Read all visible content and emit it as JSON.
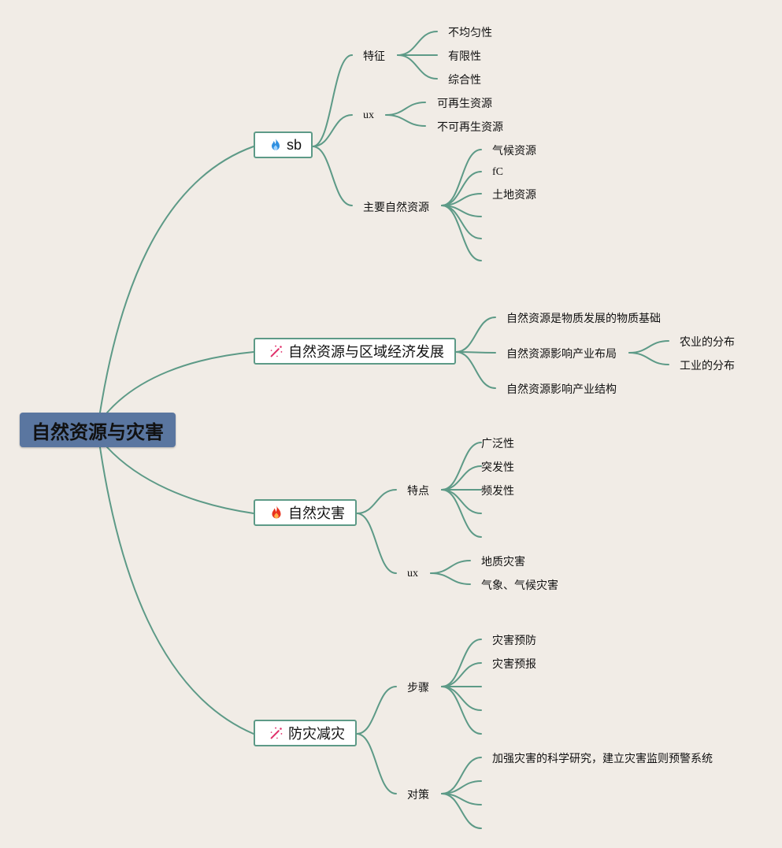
{
  "root": {
    "label": "自然资源与灾害"
  },
  "branches": {
    "b1": {
      "label": "sb",
      "icon": "fire-icon-blue",
      "children": {
        "c1": {
          "label": "特征",
          "items": [
            "不均匀性",
            "有限性",
            "综合性"
          ]
        },
        "c2": {
          "label": "ux",
          "items": [
            "可再生资源",
            "不可再生资源"
          ]
        },
        "c3": {
          "label": "主要自然资源",
          "items": [
            "气候资源",
            "fC",
            "土地资源"
          ]
        }
      }
    },
    "b2": {
      "label": "自然资源与区域经济发展",
      "icon": "magic-wand-icon",
      "children": {
        "c1": {
          "label": "自然资源是物质发展的物质基础"
        },
        "c2": {
          "label": "自然资源影响产业布局",
          "items": [
            "农业的分布",
            "工业的分布"
          ]
        },
        "c3": {
          "label": "自然资源影响产业结构"
        }
      }
    },
    "b3": {
      "label": "自然灾害",
      "icon": "fire-icon-red",
      "children": {
        "c1": {
          "label": "特点",
          "items": [
            "广泛性",
            "突发性",
            "频发性"
          ]
        },
        "c2": {
          "label": "ux",
          "items": [
            "地质灾害",
            "气象、气候灾害"
          ]
        }
      }
    },
    "b4": {
      "label": "防灾减灾",
      "icon": "magic-wand-icon",
      "children": {
        "c1": {
          "label": "步骤",
          "items": [
            "灾害预防",
            "灾害预报"
          ]
        },
        "c2": {
          "label": "对策",
          "items": [
            "加强灾害的科学研究，建立灾害监则预警系统"
          ]
        }
      }
    }
  },
  "colors": {
    "background": "#f1ece6",
    "link": "#5d9a87",
    "root_fill": "#5a76a0",
    "node_border": "#5d9a87"
  }
}
